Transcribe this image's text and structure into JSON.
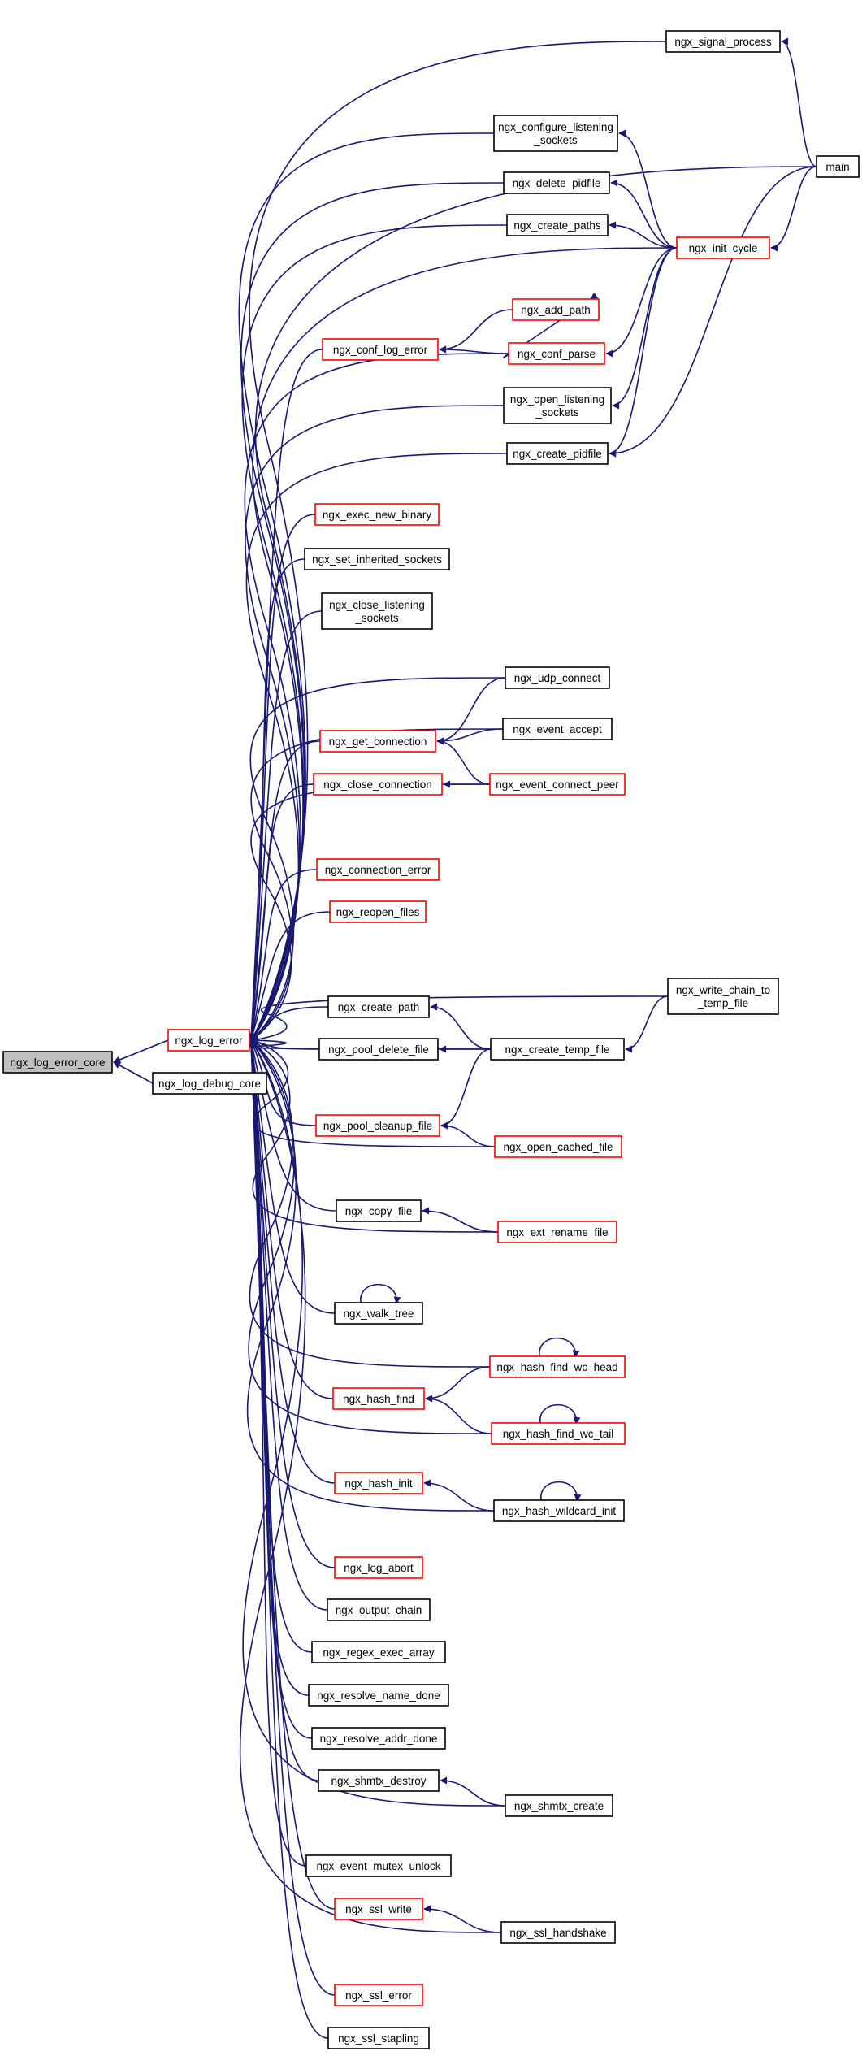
{
  "colors": {
    "edge": "#191970",
    "border_default": "#000000",
    "border_truncated": "#ff0000",
    "fill_default": "#ffffff",
    "fill_root": "#bfbfbf"
  },
  "nodes": [
    {
      "id": "root",
      "lines": [
        "ngx_log_error_core"
      ],
      "style": "root"
    },
    {
      "id": "log_error",
      "lines": [
        "ngx_log_error"
      ],
      "style": "red"
    },
    {
      "id": "log_debug_core",
      "lines": [
        "ngx_log_debug_core"
      ],
      "style": "black"
    },
    {
      "id": "signal_process",
      "lines": [
        "ngx_signal_process"
      ],
      "style": "black"
    },
    {
      "id": "main",
      "lines": [
        "main"
      ],
      "style": "black"
    },
    {
      "id": "configure_listening",
      "lines": [
        "ngx_configure_listening",
        "_sockets"
      ],
      "style": "black"
    },
    {
      "id": "delete_pidfile",
      "lines": [
        "ngx_delete_pidfile"
      ],
      "style": "black"
    },
    {
      "id": "create_paths",
      "lines": [
        "ngx_create_paths"
      ],
      "style": "black"
    },
    {
      "id": "init_cycle",
      "lines": [
        "ngx_init_cycle"
      ],
      "style": "red"
    },
    {
      "id": "add_path",
      "lines": [
        "ngx_add_path"
      ],
      "style": "red"
    },
    {
      "id": "conf_log_error",
      "lines": [
        "ngx_conf_log_error"
      ],
      "style": "red"
    },
    {
      "id": "conf_parse",
      "lines": [
        "ngx_conf_parse"
      ],
      "style": "red"
    },
    {
      "id": "open_listening",
      "lines": [
        "ngx_open_listening",
        "_sockets"
      ],
      "style": "black"
    },
    {
      "id": "create_pidfile",
      "lines": [
        "ngx_create_pidfile"
      ],
      "style": "black"
    },
    {
      "id": "exec_new_binary",
      "lines": [
        "ngx_exec_new_binary"
      ],
      "style": "red"
    },
    {
      "id": "set_inherited",
      "lines": [
        "ngx_set_inherited_sockets"
      ],
      "style": "black"
    },
    {
      "id": "close_listening",
      "lines": [
        "ngx_close_listening",
        "_sockets"
      ],
      "style": "black"
    },
    {
      "id": "udp_connect",
      "lines": [
        "ngx_udp_connect"
      ],
      "style": "black"
    },
    {
      "id": "get_connection",
      "lines": [
        "ngx_get_connection"
      ],
      "style": "red"
    },
    {
      "id": "event_accept",
      "lines": [
        "ngx_event_accept"
      ],
      "style": "black"
    },
    {
      "id": "close_connection",
      "lines": [
        "ngx_close_connection"
      ],
      "style": "red"
    },
    {
      "id": "event_connect_peer",
      "lines": [
        "ngx_event_connect_peer"
      ],
      "style": "red"
    },
    {
      "id": "connection_error",
      "lines": [
        "ngx_connection_error"
      ],
      "style": "red"
    },
    {
      "id": "reopen_files",
      "lines": [
        "ngx_reopen_files"
      ],
      "style": "red"
    },
    {
      "id": "write_chain",
      "lines": [
        "ngx_write_chain_to",
        "_temp_file"
      ],
      "style": "black"
    },
    {
      "id": "create_path",
      "lines": [
        "ngx_create_path"
      ],
      "style": "black"
    },
    {
      "id": "pool_delete_file",
      "lines": [
        "ngx_pool_delete_file"
      ],
      "style": "black"
    },
    {
      "id": "create_temp_file",
      "lines": [
        "ngx_create_temp_file"
      ],
      "style": "black"
    },
    {
      "id": "pool_cleanup_file",
      "lines": [
        "ngx_pool_cleanup_file"
      ],
      "style": "red"
    },
    {
      "id": "open_cached_file",
      "lines": [
        "ngx_open_cached_file"
      ],
      "style": "red"
    },
    {
      "id": "copy_file",
      "lines": [
        "ngx_copy_file"
      ],
      "style": "black"
    },
    {
      "id": "ext_rename_file",
      "lines": [
        "ngx_ext_rename_file"
      ],
      "style": "red"
    },
    {
      "id": "walk_tree",
      "lines": [
        "ngx_walk_tree"
      ],
      "style": "black"
    },
    {
      "id": "hash_find_wc_head",
      "lines": [
        "ngx_hash_find_wc_head"
      ],
      "style": "red"
    },
    {
      "id": "hash_find",
      "lines": [
        "ngx_hash_find"
      ],
      "style": "red"
    },
    {
      "id": "hash_find_wc_tail",
      "lines": [
        "ngx_hash_find_wc_tail"
      ],
      "style": "red"
    },
    {
      "id": "hash_init",
      "lines": [
        "ngx_hash_init"
      ],
      "style": "red"
    },
    {
      "id": "hash_wildcard_init",
      "lines": [
        "ngx_hash_wildcard_init"
      ],
      "style": "black"
    },
    {
      "id": "log_abort",
      "lines": [
        "ngx_log_abort"
      ],
      "style": "red"
    },
    {
      "id": "output_chain",
      "lines": [
        "ngx_output_chain"
      ],
      "style": "black"
    },
    {
      "id": "regex_exec_array",
      "lines": [
        "ngx_regex_exec_array"
      ],
      "style": "black"
    },
    {
      "id": "resolve_name_done",
      "lines": [
        "ngx_resolve_name_done"
      ],
      "style": "black"
    },
    {
      "id": "resolve_addr_done",
      "lines": [
        "ngx_resolve_addr_done"
      ],
      "style": "black"
    },
    {
      "id": "shmtx_destroy",
      "lines": [
        "ngx_shmtx_destroy"
      ],
      "style": "black"
    },
    {
      "id": "shmtx_create",
      "lines": [
        "ngx_shmtx_create"
      ],
      "style": "black"
    },
    {
      "id": "event_mutex_unlock",
      "lines": [
        "ngx_event_mutex_unlock"
      ],
      "style": "black"
    },
    {
      "id": "ssl_write",
      "lines": [
        "ngx_ssl_write"
      ],
      "style": "red"
    },
    {
      "id": "ssl_handshake",
      "lines": [
        "ngx_ssl_handshake"
      ],
      "style": "black"
    },
    {
      "id": "ssl_error",
      "lines": [
        "ngx_ssl_error"
      ],
      "style": "red"
    },
    {
      "id": "ssl_stapling",
      "lines": [
        "ngx_ssl_stapling"
      ],
      "style": "black"
    }
  ],
  "edges": [
    [
      "log_error",
      "root"
    ],
    [
      "log_debug_core",
      "root"
    ],
    [
      "signal_process",
      "log_error"
    ],
    [
      "main",
      "signal_process"
    ],
    [
      "main",
      "log_error"
    ],
    [
      "configure_listening",
      "log_error"
    ],
    [
      "init_cycle",
      "configure_listening"
    ],
    [
      "delete_pidfile",
      "log_error"
    ],
    [
      "init_cycle",
      "delete_pidfile"
    ],
    [
      "create_paths",
      "log_error"
    ],
    [
      "init_cycle",
      "create_paths"
    ],
    [
      "init_cycle",
      "log_error"
    ],
    [
      "main",
      "init_cycle"
    ],
    [
      "add_path",
      "conf_log_error"
    ],
    [
      "conf_parse",
      "conf_log_error"
    ],
    [
      "conf_log_error",
      "log_error"
    ],
    [
      "conf_parse",
      "add_path"
    ],
    [
      "init_cycle",
      "conf_parse"
    ],
    [
      "conf_parse",
      "log_error"
    ],
    [
      "open_listening",
      "log_error"
    ],
    [
      "init_cycle",
      "open_listening"
    ],
    [
      "create_pidfile",
      "log_error"
    ],
    [
      "init_cycle",
      "create_pidfile"
    ],
    [
      "main",
      "create_pidfile"
    ],
    [
      "exec_new_binary",
      "log_error"
    ],
    [
      "set_inherited",
      "log_error"
    ],
    [
      "close_listening",
      "log_error"
    ],
    [
      "udp_connect",
      "log_error"
    ],
    [
      "udp_connect",
      "get_connection"
    ],
    [
      "event_accept",
      "get_connection"
    ],
    [
      "event_accept",
      "log_error"
    ],
    [
      "event_connect_peer",
      "get_connection"
    ],
    [
      "get_connection",
      "log_error"
    ],
    [
      "event_connect_peer",
      "close_connection"
    ],
    [
      "close_connection",
      "log_error"
    ],
    [
      "event_connect_peer",
      "log_error"
    ],
    [
      "connection_error",
      "log_error"
    ],
    [
      "reopen_files",
      "log_error"
    ],
    [
      "write_chain",
      "log_error"
    ],
    [
      "write_chain",
      "create_temp_file"
    ],
    [
      "create_temp_file",
      "create_path"
    ],
    [
      "create_path",
      "log_error"
    ],
    [
      "create_temp_file",
      "pool_delete_file"
    ],
    [
      "pool_delete_file",
      "log_error"
    ],
    [
      "create_temp_file",
      "log_error"
    ],
    [
      "create_temp_file",
      "pool_cleanup_file"
    ],
    [
      "open_cached_file",
      "pool_cleanup_file"
    ],
    [
      "pool_cleanup_file",
      "log_error"
    ],
    [
      "open_cached_file",
      "log_error"
    ],
    [
      "ext_rename_file",
      "copy_file"
    ],
    [
      "copy_file",
      "log_error"
    ],
    [
      "ext_rename_file",
      "log_error"
    ],
    [
      "walk_tree",
      "walk_tree"
    ],
    [
      "walk_tree",
      "log_error"
    ],
    [
      "hash_find_wc_head",
      "hash_find_wc_head"
    ],
    [
      "hash_find_wc_head",
      "hash_find"
    ],
    [
      "hash_find_wc_head",
      "log_error"
    ],
    [
      "hash_find_wc_tail",
      "hash_find_wc_tail"
    ],
    [
      "hash_find_wc_tail",
      "hash_find"
    ],
    [
      "hash_find",
      "log_error"
    ],
    [
      "hash_find_wc_tail",
      "log_error"
    ],
    [
      "hash_wildcard_init",
      "hash_wildcard_init"
    ],
    [
      "hash_wildcard_init",
      "hash_init"
    ],
    [
      "hash_init",
      "log_error"
    ],
    [
      "hash_wildcard_init",
      "log_error"
    ],
    [
      "log_abort",
      "log_error"
    ],
    [
      "output_chain",
      "log_error"
    ],
    [
      "regex_exec_array",
      "log_error"
    ],
    [
      "resolve_name_done",
      "log_error"
    ],
    [
      "resolve_addr_done",
      "log_error"
    ],
    [
      "shmtx_create",
      "shmtx_destroy"
    ],
    [
      "shmtx_destroy",
      "log_error"
    ],
    [
      "shmtx_create",
      "log_error"
    ],
    [
      "event_mutex_unlock",
      "log_error"
    ],
    [
      "ssl_handshake",
      "ssl_write"
    ],
    [
      "ssl_write",
      "log_error"
    ],
    [
      "ssl_handshake",
      "log_error"
    ],
    [
      "ssl_error",
      "log_error"
    ],
    [
      "ssl_stapling",
      "log_error"
    ]
  ]
}
